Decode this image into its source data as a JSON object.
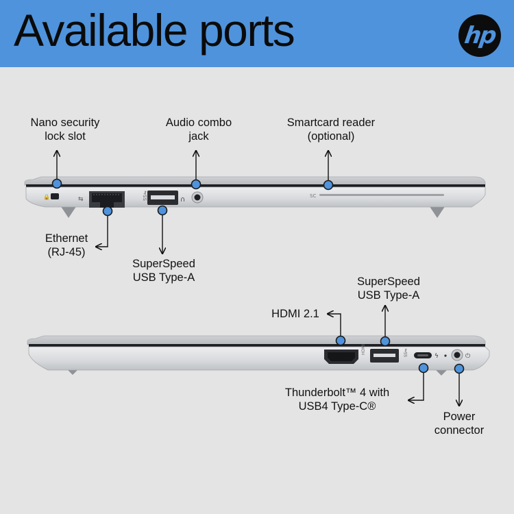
{
  "header": {
    "title": "Available ports",
    "logo_text": "hp",
    "bg_color": "#4f93dc"
  },
  "accent_dot_color": "#4f93dc",
  "top_view": {
    "labels": {
      "nano_lock": [
        "Nano security",
        "lock slot"
      ],
      "audio": [
        "Audio combo",
        "jack"
      ],
      "smartcard": [
        "Smartcard reader",
        "(optional)"
      ],
      "ethernet": [
        "Ethernet",
        "(RJ-45)"
      ],
      "usb_a": [
        "SuperSpeed",
        "USB Type-A"
      ]
    },
    "port_marking_sc": "SC"
  },
  "bottom_view": {
    "labels": {
      "hdmi": [
        "HDMI 2.1"
      ],
      "usb_a": [
        "SuperSpeed",
        "USB Type-A"
      ],
      "thunderbolt": [
        "Thunderbolt™ 4 with",
        "USB4 Type-C®"
      ],
      "power": [
        "Power",
        "connector"
      ]
    },
    "port_marking_hdmi": "HDMI"
  }
}
